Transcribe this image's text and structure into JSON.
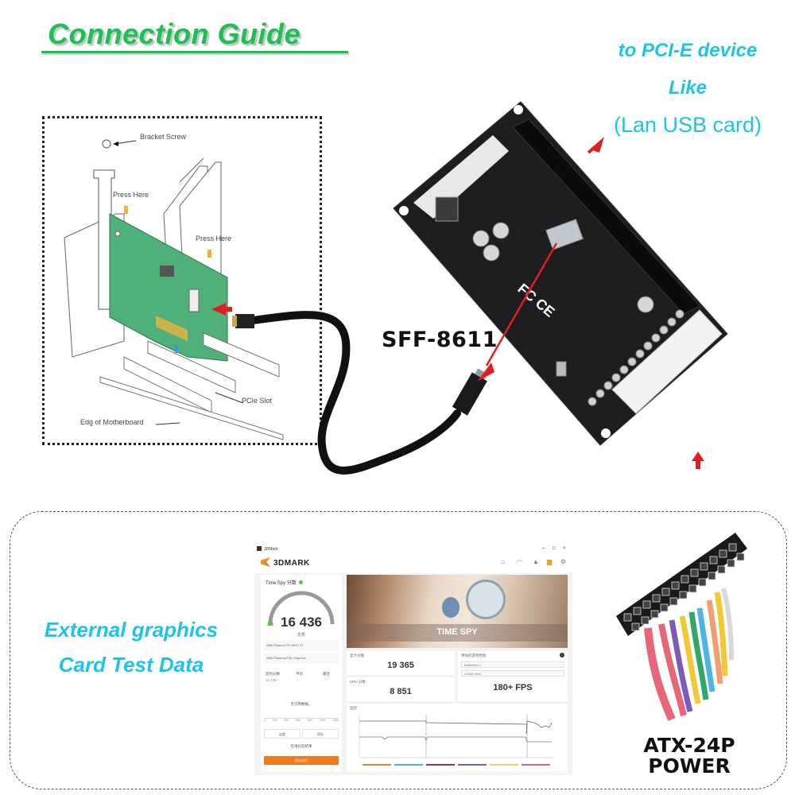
{
  "header": {
    "title": "Connection Guide",
    "accent_color": "#1fbf55"
  },
  "callouts": {
    "pcie_device": [
      "to PCI-E device",
      "Like",
      "(Lan USB card)"
    ],
    "connector_label": "SFF-8611",
    "external_graphics": [
      "External graphics",
      "Card Test Data"
    ],
    "power_label": [
      "ATX-24P",
      "POWER"
    ],
    "text_color": "#1ec3ea",
    "arrow_color": "#e02020"
  },
  "install_diagram": {
    "labels": {
      "bracket_screw": "Bracket Screw",
      "press_here_1": "Press Here",
      "press_here_2": "Press Here",
      "pcie_slot": "PCIe Slot",
      "edge_of_motherboard": "Edg  of Motherboard"
    }
  },
  "benchmark_window": {
    "app_name": "3DMARK",
    "titlebar_text": "3DMark",
    "window_controls": [
      "–",
      "□",
      "×"
    ],
    "header_icons": [
      "home-icon",
      "benchmark-icon",
      "stress-icon",
      "results-icon",
      "settings-icon"
    ],
    "score_panel": {
      "title": "Time Spy 分数",
      "score": "16 436",
      "rating": "优秀",
      "gpu_rows": [
        "AMD Radeon RX 6800 XT",
        "AMD Radeon(TM) Graphics"
      ],
      "stats_labels": [
        "您的分数",
        "平均",
        "最佳"
      ],
      "stats_values": [
        "16 436",
        "-",
        "-"
      ],
      "no_data_text": "无可用数据。",
      "axis_ticks": [
        "0",
        "200",
        "400",
        "600",
        "800",
        "1000",
        "1200"
      ],
      "buttons": [
        "加载",
        "保存"
      ],
      "compare_link": "在线比较结果",
      "run_button": "再次运行"
    },
    "hero": {
      "title": "TIME SPY"
    },
    "graphics_score": {
      "label": "显卡分数",
      "value": "19 365"
    },
    "cpu_score": {
      "label": "CPU 分数",
      "value": "8 851"
    },
    "game_perf": {
      "label": "预估的游戏性能",
      "game_select": "Battlefield V",
      "resolution_select": "1440p Ultra",
      "fps": "180+ FPS"
    },
    "monitor": {
      "label": "监控",
      "legend_colors": [
        "#d58a3a",
        "#4fb3e6",
        "#a8322e",
        "#7a5cb8",
        "#e8d46a",
        "#c9707a"
      ]
    }
  }
}
